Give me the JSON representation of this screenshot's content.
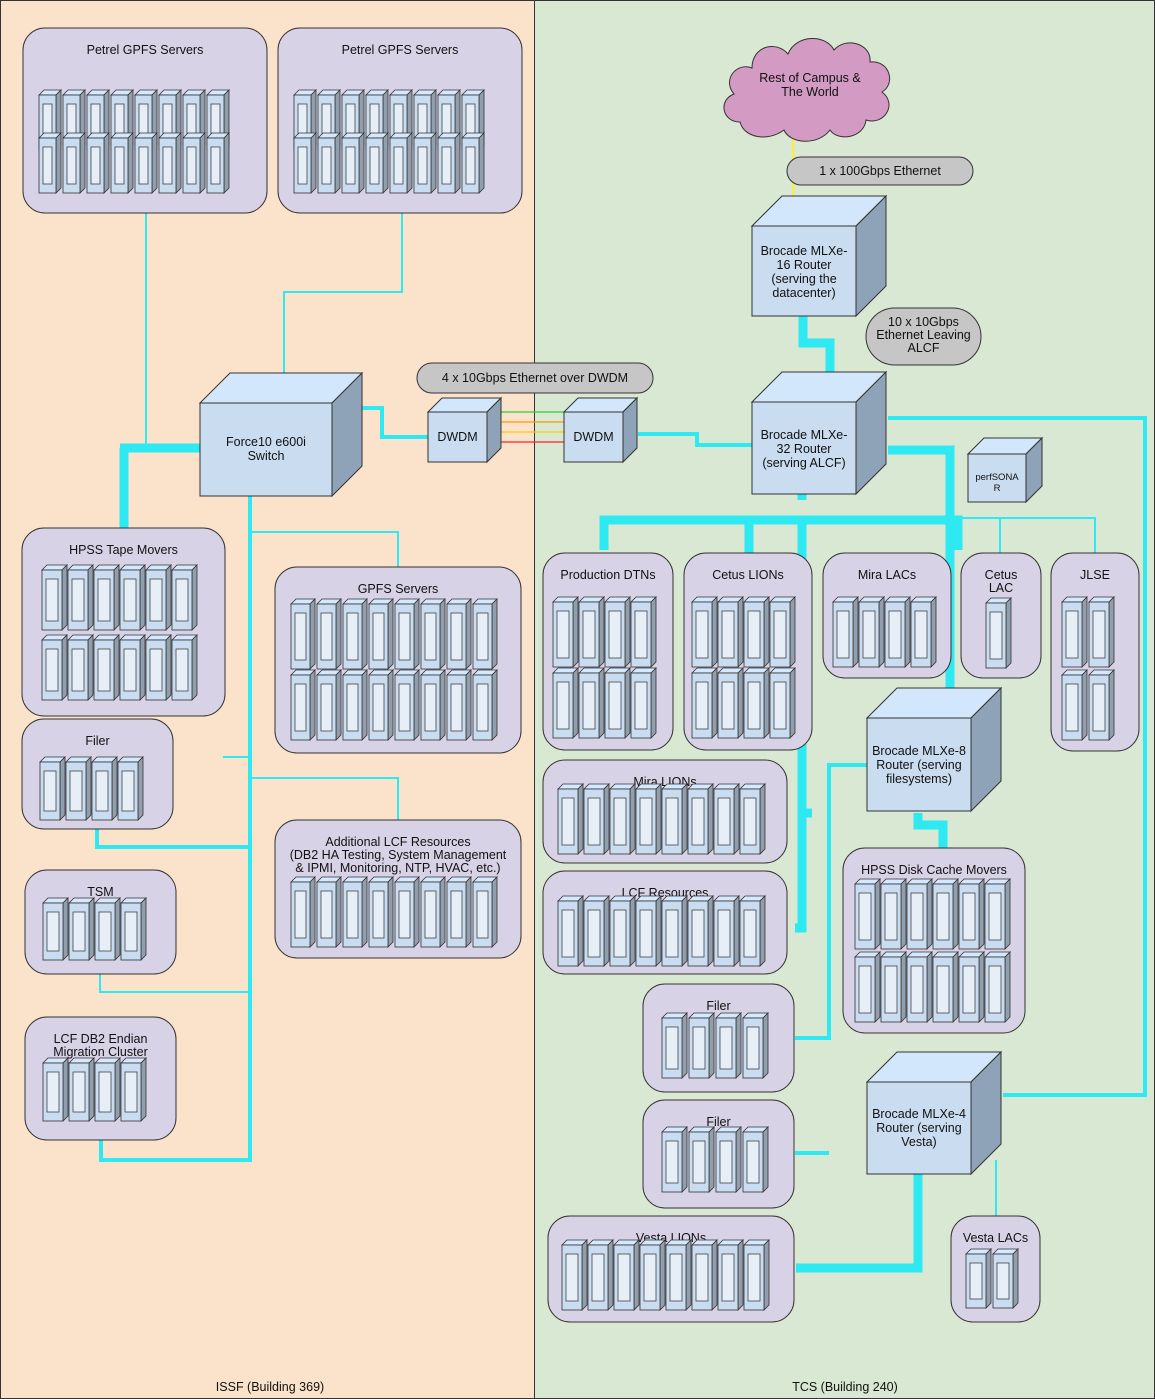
{
  "zones": {
    "issf": {
      "label": "ISSF (Building 369)",
      "fill": "#fbe2cb"
    },
    "tcs": {
      "label": "TCS (Building 240)",
      "fill": "#d9e8d2"
    }
  },
  "colors": {
    "link": "#2ee8f2",
    "group": "#d8d2e6",
    "device": "#c9dcf0",
    "cloud": "#d39bc3",
    "uplink": "#ffee33"
  },
  "groups": [
    {
      "id": "petrel1",
      "title": [
        "Petrel GPFS Servers"
      ]
    },
    {
      "id": "petrel2",
      "title": [
        "Petrel GPFS Servers"
      ]
    },
    {
      "id": "hpss-tape",
      "title": [
        "HPSS Tape Movers"
      ]
    },
    {
      "id": "gpfs",
      "title": [
        "GPFS Servers"
      ]
    },
    {
      "id": "filer-issf",
      "title": [
        "Filer"
      ]
    },
    {
      "id": "addl-lcf",
      "title": [
        "Additional LCF Resources",
        "(DB2 HA Testing, System Management",
        "& IPMI, Monitoring, NTP, HVAC, etc.)"
      ]
    },
    {
      "id": "tsm",
      "title": [
        "TSM"
      ]
    },
    {
      "id": "lcf-db2",
      "title": [
        "LCF DB2 Endian",
        "Migration Cluster"
      ]
    },
    {
      "id": "prod-dtn",
      "title": [
        "Production DTNs"
      ]
    },
    {
      "id": "cetus-lions",
      "title": [
        "Cetus LIONs"
      ]
    },
    {
      "id": "mira-lacs",
      "title": [
        "Mira LACs"
      ]
    },
    {
      "id": "cetus-lac",
      "title": [
        "Cetus",
        "LAC"
      ]
    },
    {
      "id": "jlse",
      "title": [
        "JLSE"
      ]
    },
    {
      "id": "mira-lions",
      "title": [
        "Mira LIONs"
      ]
    },
    {
      "id": "lcf-res",
      "title": [
        "LCF Resources"
      ]
    },
    {
      "id": "hpss-disk",
      "title": [
        "HPSS Disk Cache Movers"
      ]
    },
    {
      "id": "filer-tcs1",
      "title": [
        "Filer"
      ]
    },
    {
      "id": "filer-tcs2",
      "title": [
        "Filer"
      ]
    },
    {
      "id": "vesta-lions",
      "title": [
        "Vesta LIONs"
      ]
    },
    {
      "id": "vesta-lacs",
      "title": [
        "Vesta LACs"
      ]
    }
  ],
  "devices": [
    {
      "id": "force10",
      "label": [
        "Force10 e600i",
        "Switch"
      ]
    },
    {
      "id": "dwdm1",
      "label": [
        "DWDM"
      ]
    },
    {
      "id": "dwdm2",
      "label": [
        "DWDM"
      ]
    },
    {
      "id": "mlxe16",
      "label": [
        "Brocade MLXe-",
        "16 Router",
        "(serving the",
        "datacenter)"
      ]
    },
    {
      "id": "mlxe32",
      "label": [
        "Brocade MLXe-",
        "32 Router",
        "(serving ALCF)"
      ]
    },
    {
      "id": "perfsonar",
      "label": [
        "perfSONA",
        "R"
      ]
    },
    {
      "id": "mlxe8",
      "label": [
        "Brocade MLXe-8",
        "Router (serving",
        "filesystems)"
      ]
    },
    {
      "id": "mlxe4",
      "label": [
        "Brocade MLXe-4",
        "Router (serving",
        "Vesta)"
      ]
    }
  ],
  "cloud": {
    "label": [
      "Rest of Campus &",
      "The World"
    ]
  },
  "pills": [
    {
      "id": "uplink-100g",
      "label": [
        "1 x 100Gbps Ethernet"
      ]
    },
    {
      "id": "leaving-alcf",
      "label": [
        "10 x 10Gbps",
        "Ethernet Leaving",
        "ALCF"
      ]
    },
    {
      "id": "dwdm-link",
      "label": [
        "4 x 10Gbps Ethernet over DWDM"
      ]
    }
  ],
  "dwdm_wave_colors": [
    "#33cc33",
    "#ff9900",
    "#ffcc00",
    "#ff2222"
  ]
}
